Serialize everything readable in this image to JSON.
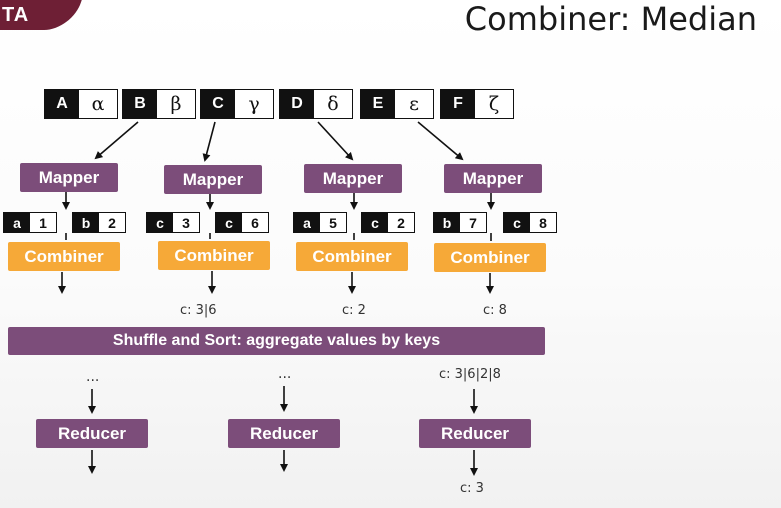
{
  "header": {
    "corner_label": "TA",
    "title": "Combiner: Median"
  },
  "inputs": [
    {
      "key": "A",
      "value": "α"
    },
    {
      "key": "B",
      "value": "β"
    },
    {
      "key": "C",
      "value": "γ"
    },
    {
      "key": "D",
      "value": "δ"
    },
    {
      "key": "E",
      "value": "ε"
    },
    {
      "key": "F",
      "value": "ζ"
    }
  ],
  "mapper_label": "Mapper",
  "combiner_label": "Combiner",
  "reducer_label": "Reducer",
  "mapper_outputs": [
    [
      {
        "key": "a",
        "value": "1"
      },
      {
        "key": "b",
        "value": "2"
      }
    ],
    [
      {
        "key": "c",
        "value": "3"
      },
      {
        "key": "c",
        "value": "6"
      }
    ],
    [
      {
        "key": "a",
        "value": "5"
      },
      {
        "key": "c",
        "value": "2"
      }
    ],
    [
      {
        "key": "b",
        "value": "7"
      },
      {
        "key": "c",
        "value": "8"
      }
    ]
  ],
  "combiner_outputs": [
    "c: 3|6",
    "c: 2",
    "c: 8"
  ],
  "shuffle_label": "Shuffle and Sort: aggregate values by keys",
  "reducer_inputs": [
    "...",
    "...",
    "c: 3|6|2|8"
  ],
  "reducer_outputs": [
    "c: 3"
  ],
  "colors": {
    "mapper": "#7c4d7a",
    "combiner": "#f6a938",
    "reducer": "#7c4d7a",
    "accent": "#6e1f35"
  }
}
